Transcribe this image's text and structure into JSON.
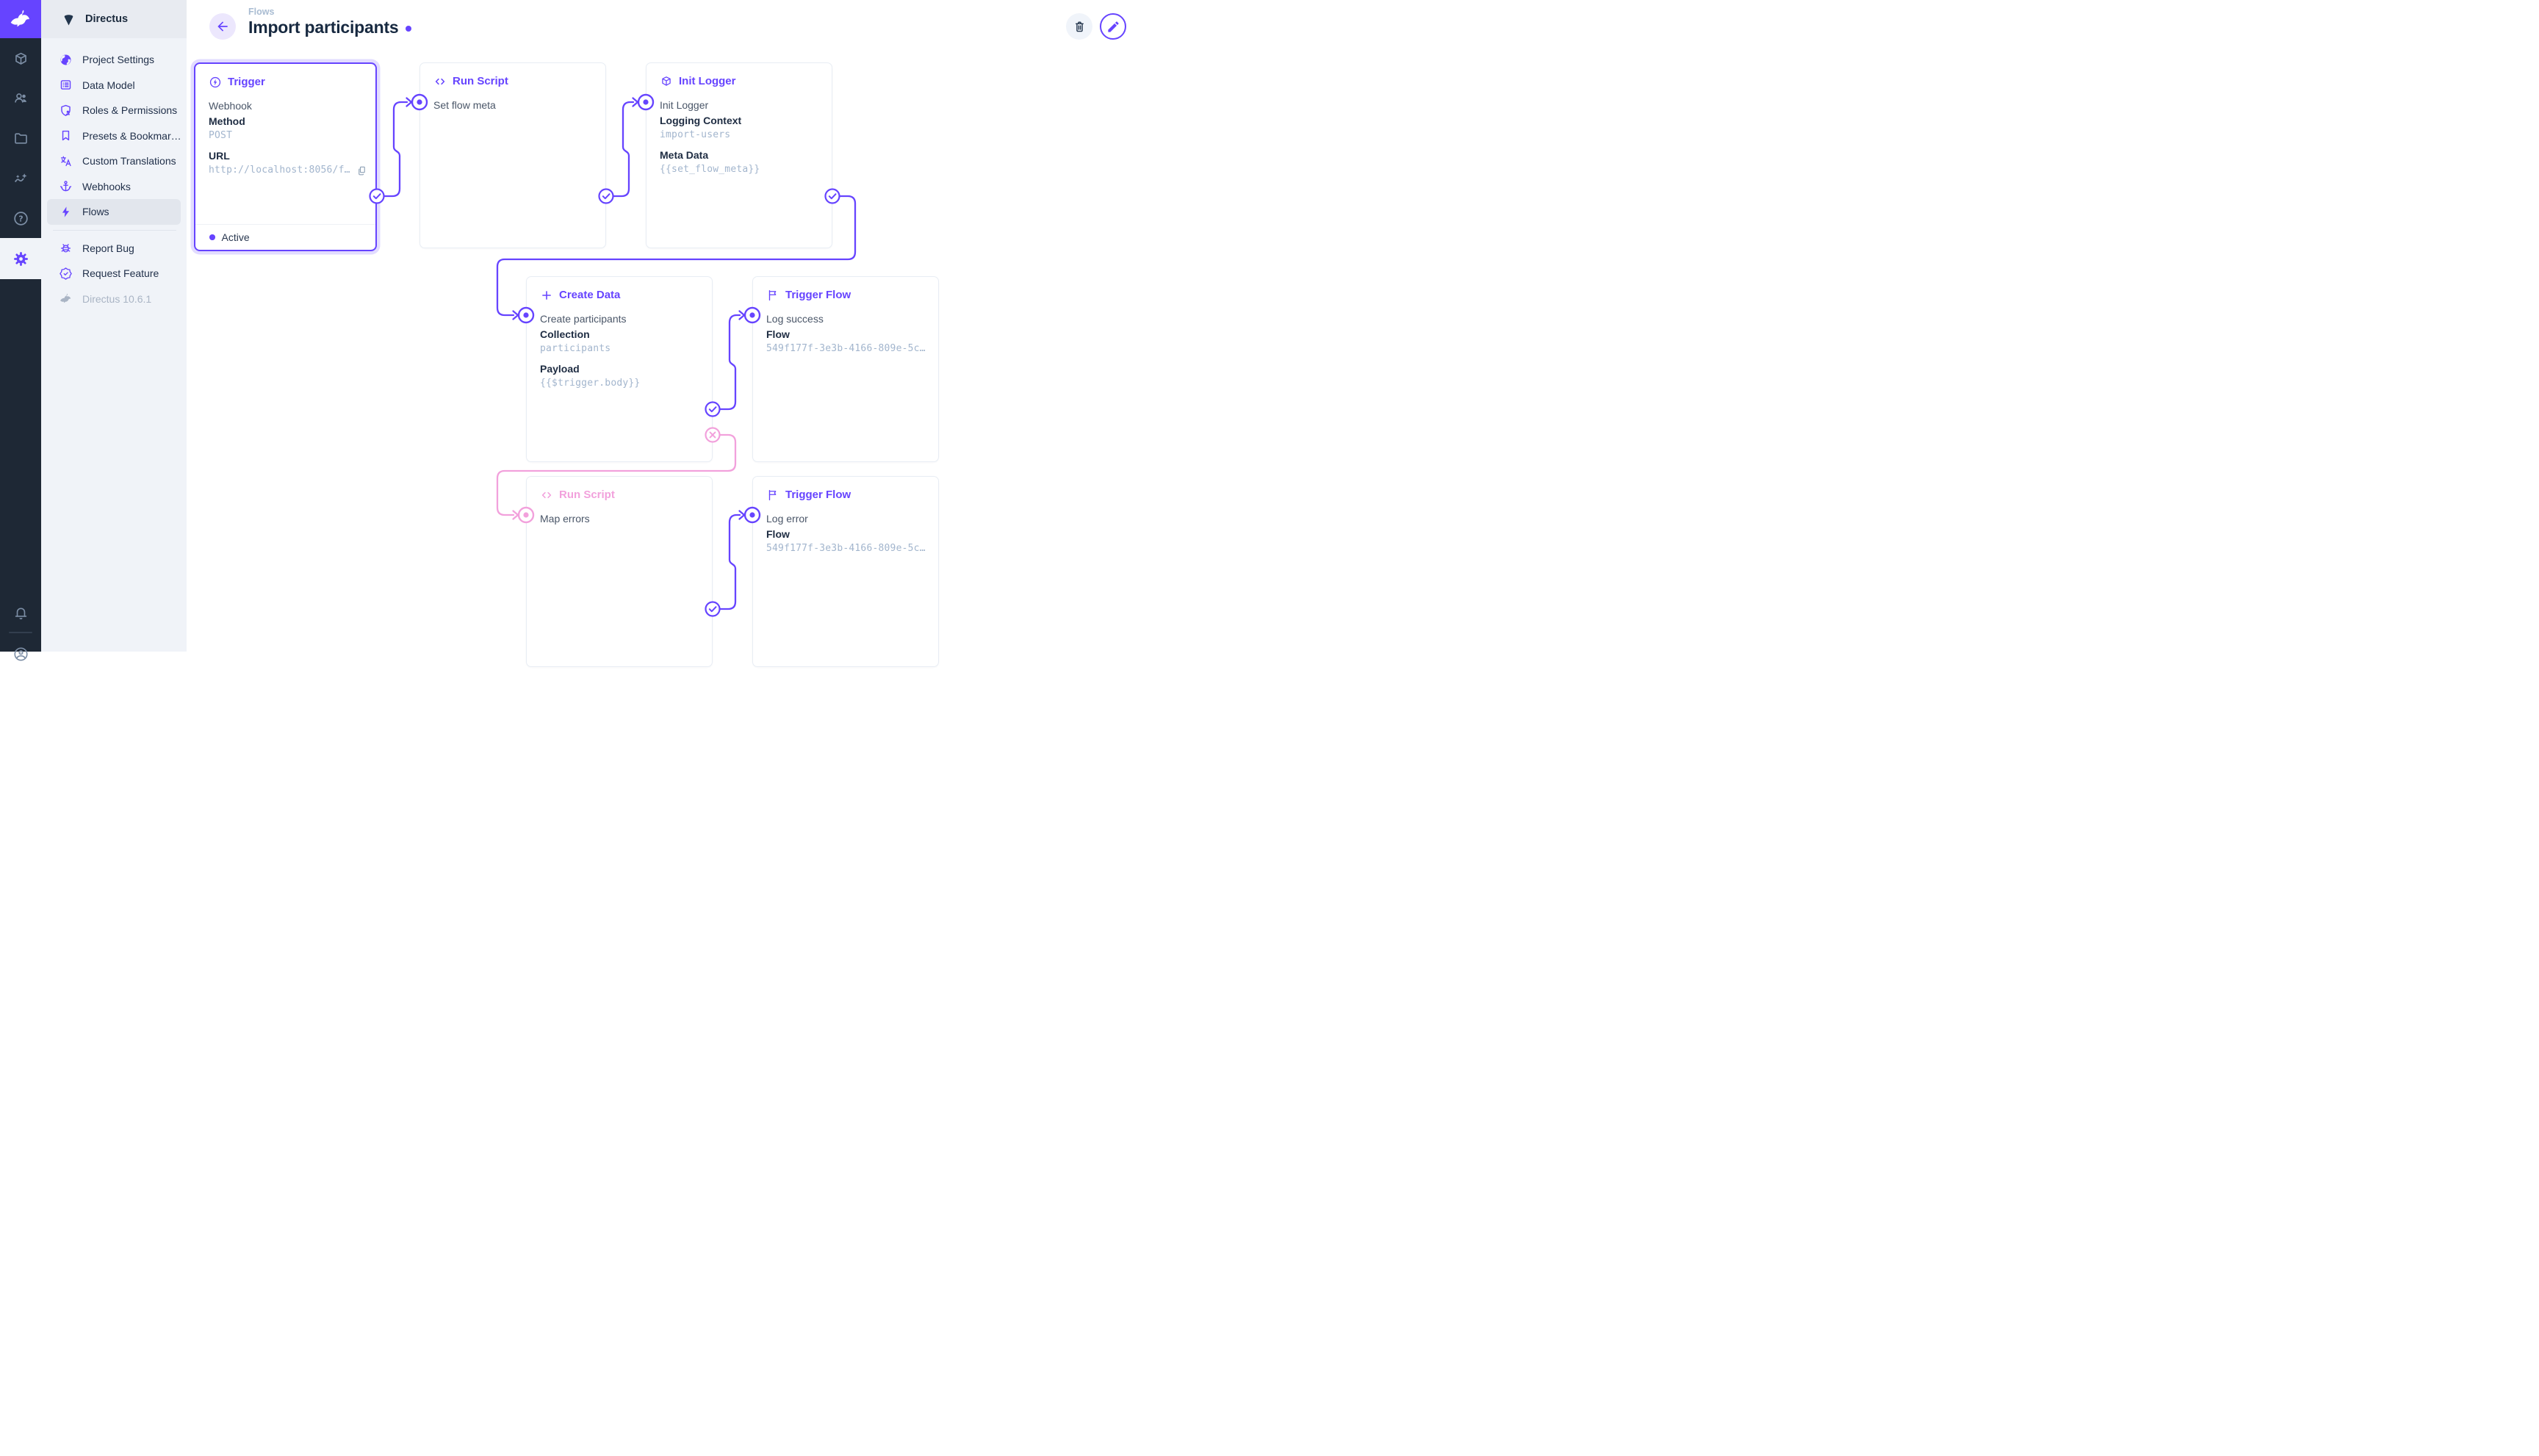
{
  "app": {
    "project_name": "Directus",
    "version_label": "Directus 10.6.1"
  },
  "colors": {
    "accent": "#6644FF",
    "secondary_pink": "#F2A1DC",
    "module_bar_bg": "#1E2835",
    "sidebar_bg": "#F0F3F8",
    "mono_value_text": "#A2B5CD"
  },
  "module_bar": {
    "icons": [
      "directus-rabbit-logo",
      "cube-collections-icon",
      "users-icon",
      "folder-files-icon",
      "insights-icon",
      "help-icon",
      "settings-gear-icon",
      "bell-icon",
      "account-circle-icon"
    ],
    "active_module": "settings"
  },
  "sidebar": {
    "items": [
      {
        "label": "Project Settings",
        "icon": "globe-icon"
      },
      {
        "label": "Data Model",
        "icon": "data-model-icon"
      },
      {
        "label": "Roles & Permissions",
        "icon": "shield-user-icon"
      },
      {
        "label": "Presets & Bookmar…",
        "icon": "bookmark-icon"
      },
      {
        "label": "Custom Translations",
        "icon": "translate-icon"
      },
      {
        "label": "Webhooks",
        "icon": "anchor-icon"
      },
      {
        "label": "Flows",
        "icon": "bolt-icon",
        "active": true
      }
    ],
    "footer_items": [
      {
        "label": "Report Bug",
        "icon": "bug-icon"
      },
      {
        "label": "Request Feature",
        "icon": "badge-check-icon"
      },
      {
        "label": "Directus 10.6.1",
        "icon": "rabbit-icon",
        "disabled": true
      }
    ]
  },
  "header": {
    "breadcrumb": "Flows",
    "title": "Import participants",
    "actions": [
      {
        "icon": "trash-icon"
      },
      {
        "icon": "pencil-icon"
      }
    ]
  },
  "flow": {
    "cards": {
      "trigger": {
        "type_label": "Trigger",
        "icon": "bolt-circle-icon",
        "option": "Webhook",
        "fields": [
          {
            "label": "Method",
            "value": "POST"
          },
          {
            "label": "URL",
            "value": "http://localhost:8056/f…"
          }
        ],
        "status": "Active",
        "selected": true
      },
      "run_script_1": {
        "type_label": "Run Script",
        "icon": "code-icon",
        "name": "Set flow meta"
      },
      "init_logger": {
        "type_label": "Init Logger",
        "icon": "package-icon",
        "name": "Init Logger",
        "fields": [
          {
            "label": "Logging Context",
            "value": "import-users"
          },
          {
            "label": "Meta Data",
            "value": "{{set_flow_meta}}"
          }
        ]
      },
      "create_data": {
        "type_label": "Create Data",
        "icon": "plus-icon",
        "name": "Create participants",
        "fields": [
          {
            "label": "Collection",
            "value": "participants"
          },
          {
            "label": "Payload",
            "value": "{{$trigger.body}}"
          }
        ]
      },
      "trigger_flow_success": {
        "type_label": "Trigger Flow",
        "icon": "flag-icon",
        "name": "Log success",
        "fields": [
          {
            "label": "Flow",
            "value": "549f177f-3e3b-4166-809e-5c…"
          }
        ]
      },
      "run_script_2": {
        "type_label": "Run Script",
        "icon": "code-icon",
        "name": "Map errors",
        "accent": "pink"
      },
      "trigger_flow_error": {
        "type_label": "Trigger Flow",
        "icon": "flag-icon",
        "name": "Log error",
        "fields": [
          {
            "label": "Flow",
            "value": "549f177f-3e3b-4166-809e-5c…"
          }
        ]
      }
    }
  }
}
